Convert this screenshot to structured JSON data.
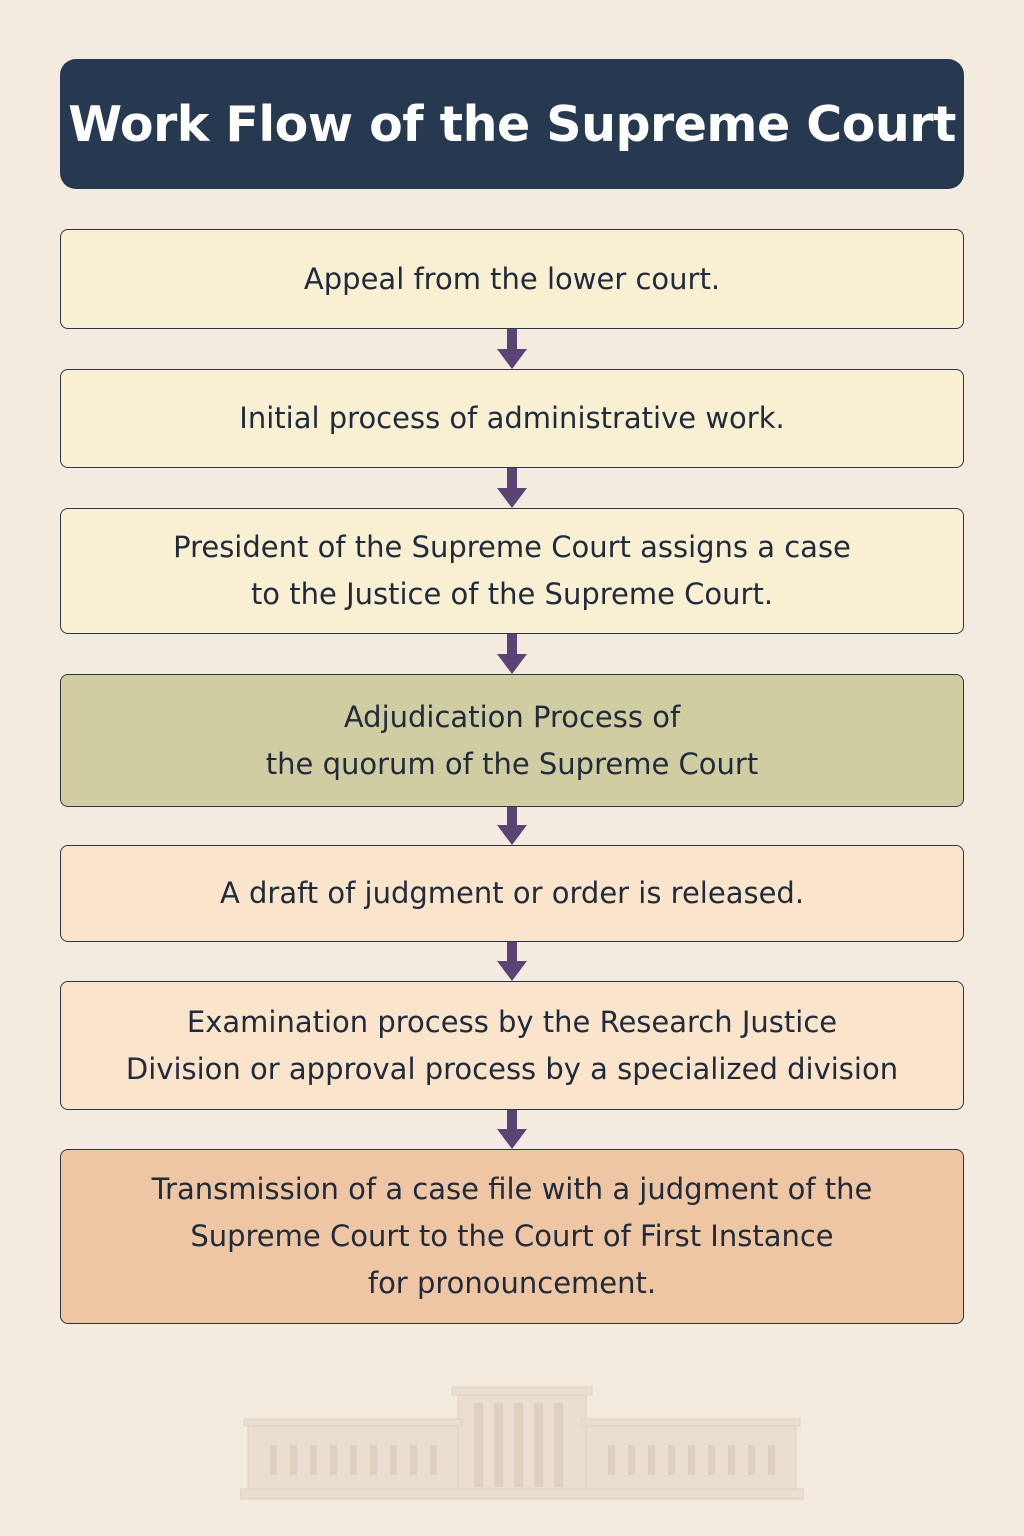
{
  "title": "Work Flow of the Supreme Court",
  "icons": {
    "arrow": "down-arrow-icon",
    "building": "court-building-icon"
  },
  "colors": {
    "background": "#f3ebe0",
    "title_bar": "#273950",
    "arrow": "#5a4474",
    "border": "#2c3544"
  },
  "steps": [
    {
      "label": "Appeal from the lower court.",
      "color": "#f9efd3"
    },
    {
      "label": "Initial process of administrative work.",
      "color": "#f9efd3"
    },
    {
      "label": "President of the Supreme Court assigns a case\nto the Justice of the Supreme Court.",
      "color": "#f9efd3"
    },
    {
      "label": "Adjudication Process of\nthe quorum of the Supreme Court",
      "color": "#d0cda3"
    },
    {
      "label": "A draft of judgment or order is released.",
      "color": "#fae4cc"
    },
    {
      "label": "Examination process by the Research Justice\nDivision or approval process by a specialized division",
      "color": "#fae4cc"
    },
    {
      "label": "Transmission of a case file with a judgment of the\nSupreme Court to the Court of First Instance\nfor pronouncement.",
      "color": "#efc6a3"
    }
  ]
}
